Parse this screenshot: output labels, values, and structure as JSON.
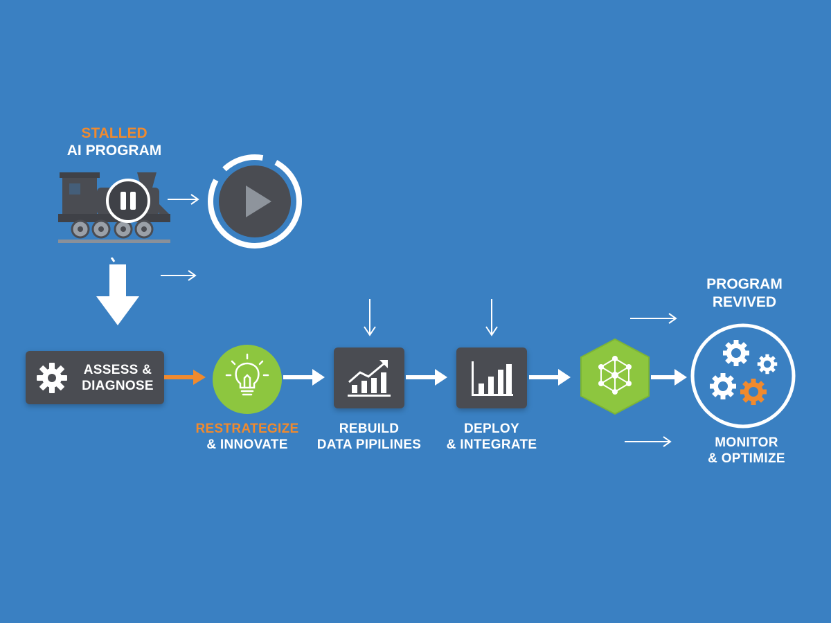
{
  "start": {
    "title_line1": "STALLED",
    "title_line2": "AI PROGRAM"
  },
  "steps": [
    {
      "label_line1": "ASSESS &",
      "label_line2": "DIAGNOSE",
      "icon": "gear-icon"
    },
    {
      "label_line1": "RESTRATEGIZE",
      "label_line2": "& INNOVATE",
      "icon": "lightbulb-icon"
    },
    {
      "label_line1": "REBUILD",
      "label_line2": "DATA PIPILINES",
      "icon": "growth-chart-icon"
    },
    {
      "label_line1": "DEPLOY",
      "label_line2": "& INTEGRATE",
      "icon": "bar-chart-icon"
    },
    {
      "label_line1": "",
      "label_line2": "",
      "icon": "network-icon"
    }
  ],
  "end": {
    "title_line1": "PROGRAM",
    "title_line2": "REVIVED",
    "label_line1": "MONITOR",
    "label_line2": "& OPTIMIZE",
    "icon": "gears-icon"
  },
  "colors": {
    "background": "#3a80c2",
    "dark": "#4a4c52",
    "orange": "#f08a2e",
    "green": "#8dc63f",
    "white": "#ffffff"
  }
}
